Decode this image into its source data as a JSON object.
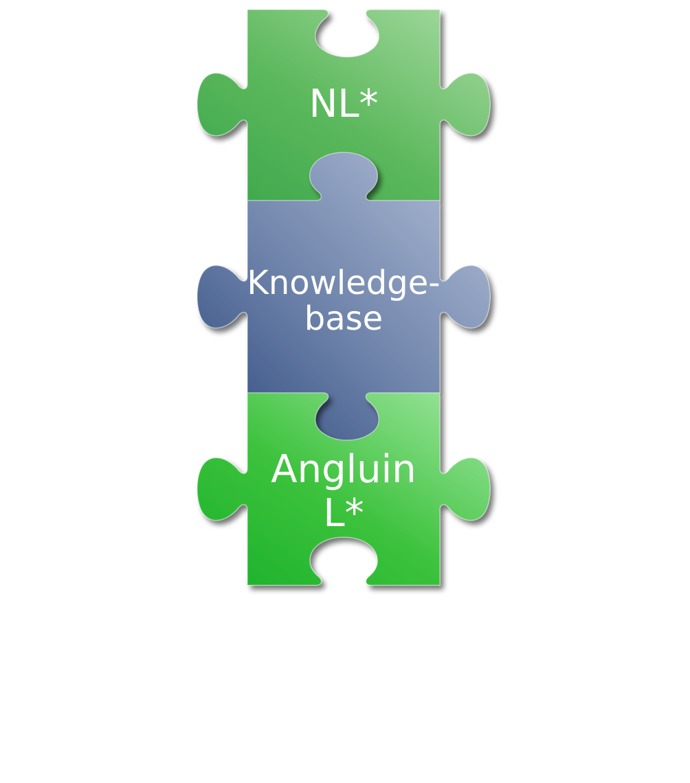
{
  "diagram": {
    "pieces": [
      {
        "id": "top",
        "lines": [
          "NL*"
        ],
        "color_light": "#a8dba3",
        "color_mid": "#5cb85c",
        "color_dark": "#3aa64a"
      },
      {
        "id": "middle",
        "lines": [
          "Knowledge-",
          "base"
        ],
        "color_light": "#b4c0d8",
        "color_mid": "#6f84ab",
        "color_dark": "#2e4a7e"
      },
      {
        "id": "bottom",
        "lines": [
          "Angluin",
          "L*"
        ],
        "color_light": "#a3e6a3",
        "color_mid": "#3cc23c",
        "color_dark": "#1ab02a"
      }
    ]
  }
}
